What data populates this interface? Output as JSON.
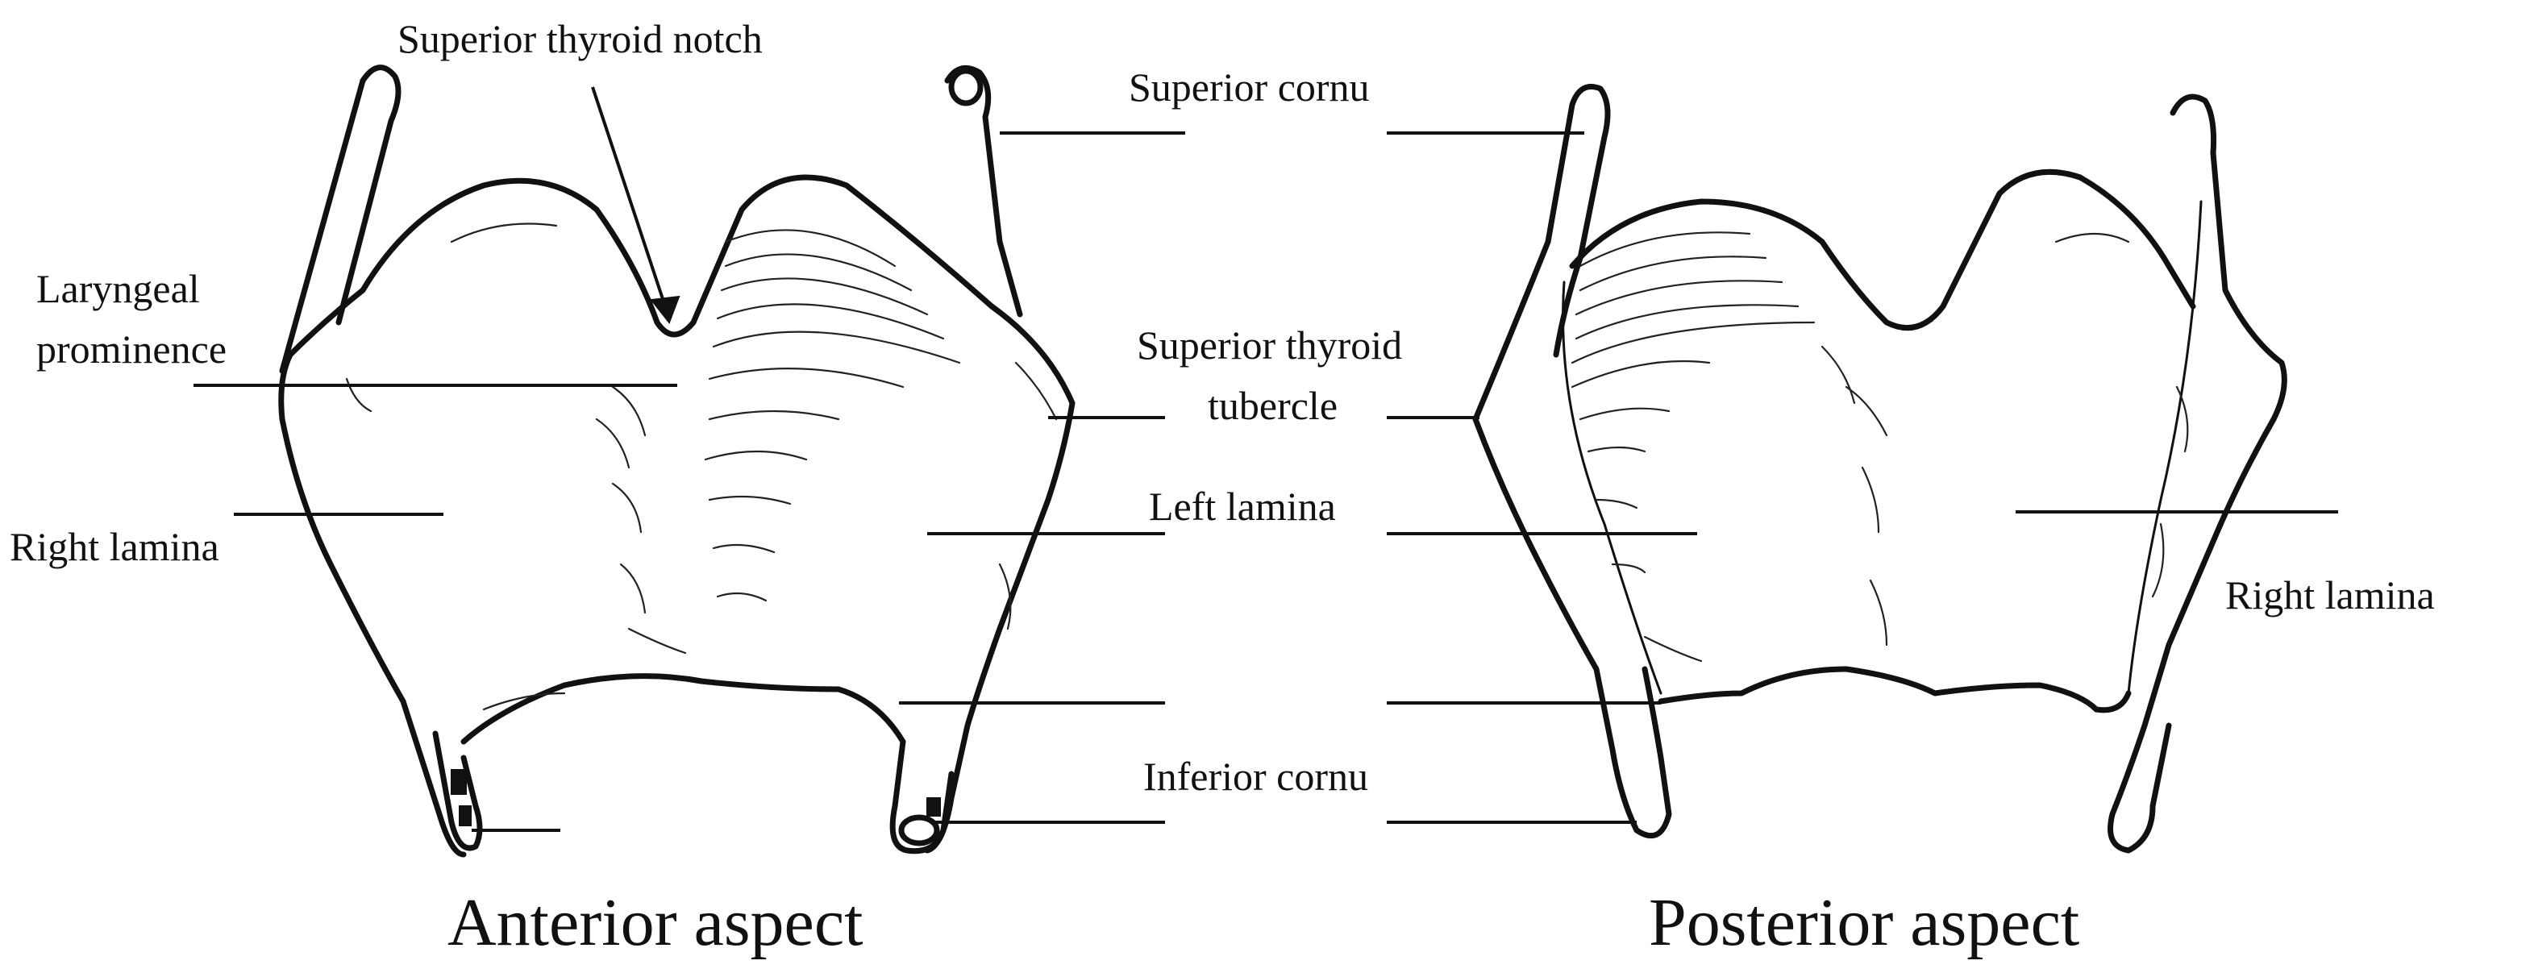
{
  "labels": {
    "superior_thyroid_notch": "Superior thyroid notch",
    "superior_cornu": "Superior cornu",
    "laryngeal_prominence_line1": "Laryngeal",
    "laryngeal_prominence_line2": "prominence",
    "superior_thyroid_tubercle_line1": "Superior thyroid",
    "superior_thyroid_tubercle_line2": "tubercle",
    "right_lamina_anterior": "Right lamina",
    "left_lamina": "Left lamina",
    "right_lamina_posterior": "Right lamina",
    "inferior_cornu": "Inferior cornu"
  },
  "captions": {
    "anterior": "Anterior aspect",
    "posterior": "Posterior aspect"
  },
  "colors": {
    "ink": "#111111",
    "background": "#ffffff"
  }
}
